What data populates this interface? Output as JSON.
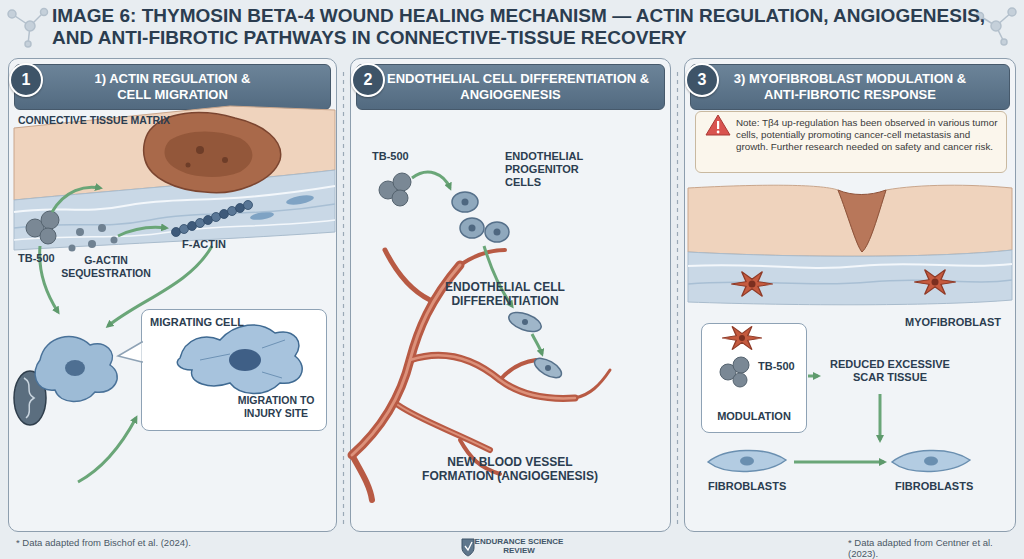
{
  "diagram": {
    "title": "IMAGE 6: THYMOSIN BETA-4 WOUND HEALING MECHANISM — ACTIN REGULATION, ANGIOGENESIS, AND ANTI-FIBROTIC PATHWAYS IN CONNECTIVE-TISSUE RECOVERY",
    "nodes": [
      {
        "text": [
          "1) ACTIN REGULATION & CELL MIGRATION"
        ]
      },
      {
        "text": [
          "1"
        ],
        "in": 0
      },
      {
        "text": [
          "MIGRATING CELL",
          "MIGRATION TO INJURY SITE"
        ],
        "in": 0
      },
      {
        "text": [
          "2) ENDOTHELIAL CELL DIFFERENTIATION & ANGIOGENESIS"
        ]
      },
      {
        "text": [
          "2"
        ],
        "in": 3
      },
      {
        "text": [
          "3) MYOFIBROBLAST MODULATION & ANTI-FIBROTIC RESPONSE"
        ]
      },
      {
        "text": [
          "3"
        ],
        "in": 5
      },
      {
        "text": [
          "Note: Tβ4 up-regulation has been observed in various tumor cells, potentially promoting cancer-cell metastasis and growth. Further research needed on safety and cancer risk."
        ],
        "in": 5
      },
      {
        "text": [
          "TB-500",
          "MODULATION"
        ],
        "in": 5
      }
    ],
    "labels": [
      "CONNECTIVE TISSUE MATRIX",
      "TB-500",
      "G-ACTIN SEQUESTRATION",
      "F-ACTIN",
      "TB-500",
      "ENDOTHELIAL PROGENITOR CELLS",
      "ENDOTHELIAL CELL DIFFERENTIATION",
      "NEW BLOOD VESSEL FORMATION (ANGIOGENESIS)",
      "MYOFIBROBLAST",
      "REDUCED EXCESSIVE SCAR TISSUE",
      "FIBROBLASTS",
      "FIBROBLASTS",
      "* Data adapted from Bischof et al. (2024).",
      "ENDURANCE SCIENCE REVIEW",
      "* Data adapted from Centner et al. (2023)."
    ]
  }
}
